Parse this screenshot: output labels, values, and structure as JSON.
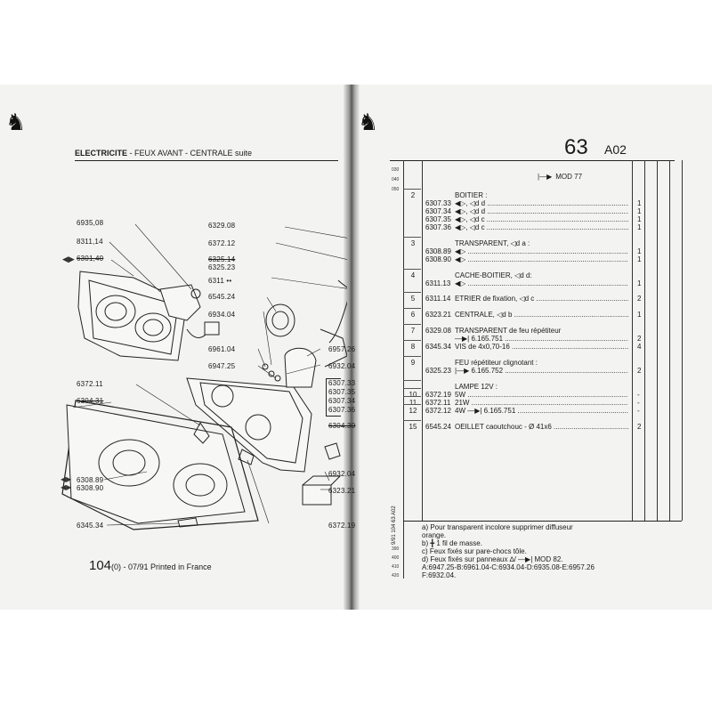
{
  "left_page": {
    "header_section": "ELECTRICITE",
    "header_rest": " - FEUX AVANT - CENTRALE suite",
    "footer_page": "104",
    "footer_sub": "(0)",
    "footer_rest": " - 07/91 Printed in France",
    "callouts": [
      {
        "text": "6935,08",
        "strike": false
      },
      {
        "text": "8311,14",
        "strike": false
      },
      {
        "text": "6301,40",
        "strike": true
      },
      {
        "text": "6329.08",
        "strike": false
      },
      {
        "text": "6372.12",
        "strike": false
      },
      {
        "text": "6325.14",
        "strike": true
      },
      {
        "text": "6325.23",
        "strike": false
      },
      {
        "text": "6311  ••",
        "strike": false
      },
      {
        "text": "6545.24",
        "strike": false
      },
      {
        "text": "6934.04",
        "strike": false
      },
      {
        "text": "6961.04",
        "strike": false
      },
      {
        "text": "6947.25",
        "strike": false
      },
      {
        "text": "6957.26",
        "strike": false
      },
      {
        "text": "6932.04",
        "strike": false
      },
      {
        "text": "6372.11",
        "strike": false
      },
      {
        "text": "6304.31",
        "strike": true
      },
      {
        "text": "6307.33",
        "strike": false
      },
      {
        "text": "6307.35",
        "strike": false
      },
      {
        "text": "6307.34",
        "strike": false
      },
      {
        "text": "6307.36",
        "strike": false
      },
      {
        "text": "6304.30",
        "strike": true
      },
      {
        "text": "6308.89",
        "strike": false
      },
      {
        "text": "6308.90",
        "strike": false
      },
      {
        "text": "6932.04",
        "strike": false
      },
      {
        "text": "6323.21",
        "strike": false
      },
      {
        "text": "6345.34",
        "strike": false
      },
      {
        "text": "6372.19",
        "strike": false
      }
    ]
  },
  "right_page": {
    "page_number": "63",
    "section_code": "A02",
    "mod": "MOD 77",
    "margin_codes": [
      "030",
      "040",
      "050"
    ],
    "margin_bottom": [
      "390",
      "400",
      "410",
      "420"
    ],
    "margin_vertical": "9/91  104  63  A02",
    "rows": [
      {
        "num": "2",
        "lines": [
          {
            "ref": "",
            "desc": "BOITIER :",
            "qty": ""
          },
          {
            "ref": "6307.33",
            "desc": "◀▷, ◁d d",
            "qty": "1"
          },
          {
            "ref": "6307.34",
            "desc": "◀▷, ◁d d",
            "qty": "1"
          },
          {
            "ref": "6307.35",
            "desc": "◀▷, ◁d c",
            "qty": "1"
          },
          {
            "ref": "6307.36",
            "desc": "◀▷, ◁d c",
            "qty": "1"
          }
        ]
      },
      {
        "num": "3",
        "lines": [
          {
            "ref": "",
            "desc": "TRANSPARENT, ◁d a :",
            "qty": ""
          },
          {
            "ref": "6308.89",
            "desc": "◀▷",
            "qty": "1"
          },
          {
            "ref": "6308.90",
            "desc": "◀▷",
            "qty": "1"
          }
        ]
      },
      {
        "num": "4",
        "lines": [
          {
            "ref": "",
            "desc": "CACHE-BOITIER, ◁d d:",
            "qty": ""
          },
          {
            "ref": "6311.13",
            "desc": "◀▷",
            "qty": "1"
          }
        ]
      },
      {
        "num": "5",
        "lines": [
          {
            "ref": "6311.14",
            "desc": "ETRIER de fixation, ◁d c",
            "qty": "2"
          }
        ]
      },
      {
        "num": "6",
        "lines": [
          {
            "ref": "6323.21",
            "desc": "CENTRALE, ◁d b",
            "qty": "1"
          }
        ]
      },
      {
        "num": "7",
        "lines": [
          {
            "ref": "6329.08",
            "desc": "TRANSPARENT de feu répétiteur",
            "qty": ""
          },
          {
            "ref": "",
            "desc": "—▶| 6.165.751",
            "qty": "2"
          }
        ]
      },
      {
        "num": "8",
        "lines": [
          {
            "ref": "6345.34",
            "desc": "VIS de 4x0,70-16",
            "qty": "4"
          }
        ]
      },
      {
        "num": "9",
        "lines": [
          {
            "ref": "",
            "desc": "FEU répétiteur clignotant :",
            "qty": ""
          },
          {
            "ref": "6325.23",
            "desc": "|—▶ 6.165.752",
            "qty": "2"
          }
        ]
      },
      {
        "num": "",
        "lines": [
          {
            "ref": "",
            "desc": "LAMPE 12V :",
            "qty": ""
          }
        ]
      },
      {
        "num": "10",
        "lines": [
          {
            "ref": "6372.19",
            "desc": "5W",
            "qty": "-"
          }
        ]
      },
      {
        "num": "11",
        "lines": [
          {
            "ref": "6372.11",
            "desc": "21W",
            "qty": "-"
          }
        ]
      },
      {
        "num": "12",
        "lines": [
          {
            "ref": "6372.12",
            "desc": "4W —▶| 6.165.751",
            "qty": "-"
          }
        ]
      },
      {
        "num": "15",
        "lines": [
          {
            "ref": "6545.24",
            "desc": "OEILLET caoutchouc - Ø 41x6",
            "qty": "2"
          }
        ]
      }
    ],
    "notes": [
      "a) Pour transparent incolore supprimer diffuseur",
      "    orange.",
      "b) ╋ 1 fil de masse.",
      "c) Feux fixés sur pare-chocs tôle.",
      "d) Feux fixés sur panneaux ∆/ —▶| MOD 82.",
      "A:6947.25-B:6961.04-C:6934.04-D:6935.08-E:6957.26",
      "F:6932.04."
    ]
  }
}
